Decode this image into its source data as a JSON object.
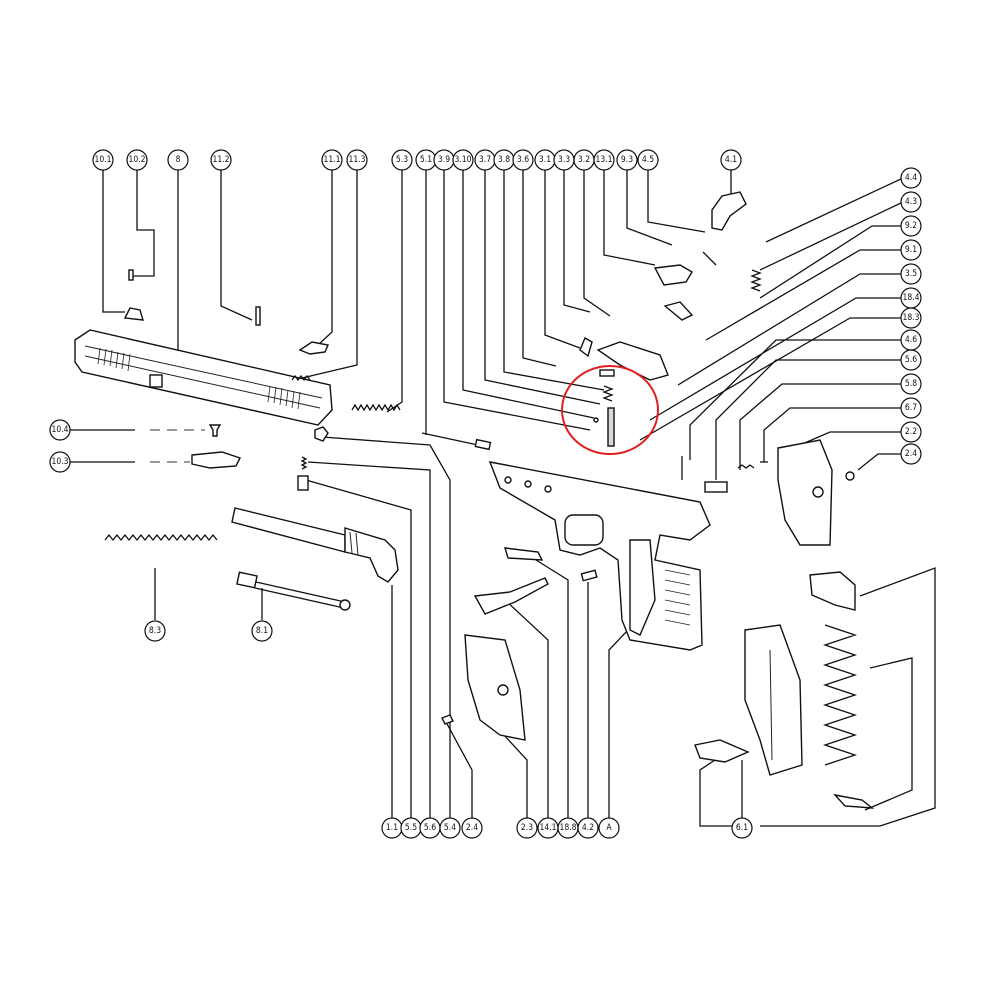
{
  "callouts": {
    "c_10_1": "10.1",
    "c_10_2": "10.2",
    "c_8": "8",
    "c_11_2": "11.2",
    "c_11_1": "11.1",
    "c_11_3": "11.3",
    "c_5_3": "5.3",
    "c_5_1": "5.1",
    "c_3_9": "3.9",
    "c_3_10": "3.10",
    "c_3_7": "3.7",
    "c_3_8": "3.8",
    "c_3_6": "3.6",
    "c_3_1": "3.1",
    "c_3_3": "3.3",
    "c_3_2": "3.2",
    "c_13_1": "13.1",
    "c_9_3": "9.3",
    "c_4_5": "4.5",
    "c_4_1": "4.1",
    "c_4_4": "4.4",
    "c_4_3": "4.3",
    "c_9_2": "9.2",
    "c_9_1": "9.1",
    "c_3_5": "3.5",
    "c_18_4": "18.4",
    "c_18_3": "18.3",
    "c_4_6": "4.6",
    "c_5_6r": "5.6",
    "c_5_8": "5.8",
    "c_6_7": "6.7",
    "c_2_2": "2.2",
    "c_2_4r": "2.4",
    "c_10_4": "10.4",
    "c_10_3": "10.3",
    "c_8_3": "8.3",
    "c_8_1": "8.1",
    "c_1_1": "1.1",
    "c_5_5": "5.5",
    "c_5_6b": "5.6",
    "c_5_4": "5.4",
    "c_2_4b": "2.4",
    "c_2_3": "2.3",
    "c_14_1": "14.1",
    "c_18_8": "18.8",
    "c_4_2": "4.2",
    "c_A": "A",
    "c_6_1": "6.1"
  },
  "colors": {
    "line": "#111111",
    "highlight": "#e02020",
    "background": "#ffffff"
  }
}
